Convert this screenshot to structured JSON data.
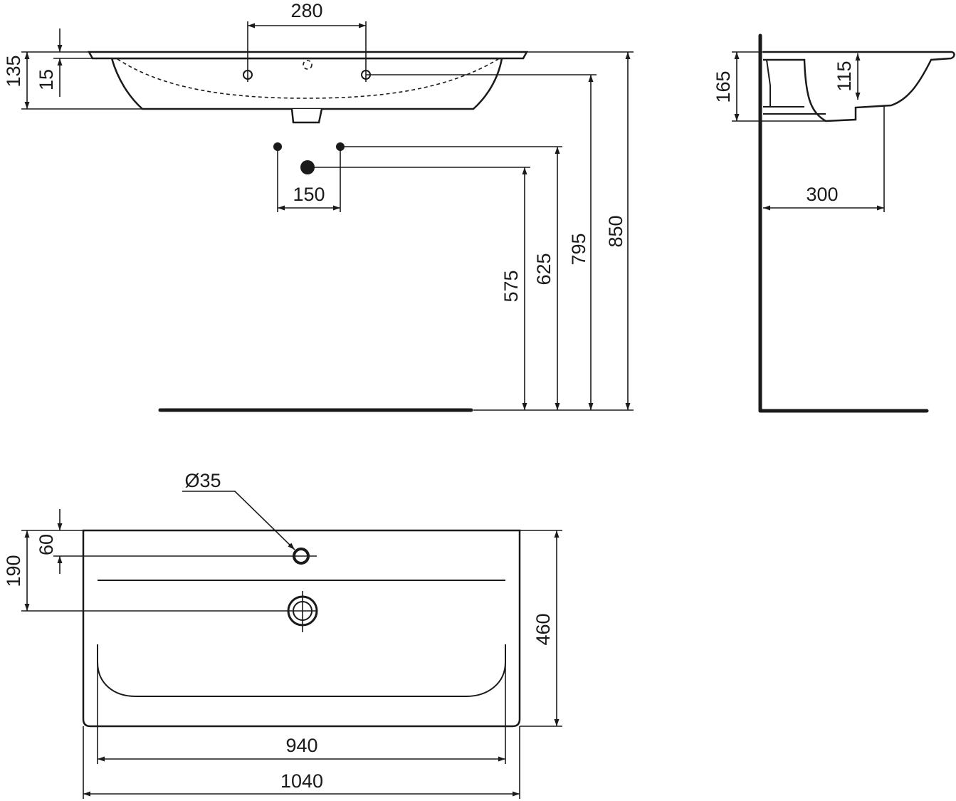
{
  "front_view": {
    "tap_spacing": "280",
    "height_total": "135",
    "rim_thickness": "15",
    "supply_spacing": "150",
    "drain_height": "575",
    "supply_height": "625",
    "tap_hole_height": "795",
    "top_height": "850"
  },
  "side_view": {
    "depth_total": "165",
    "bowl_depth": "115",
    "drain_projection": "300"
  },
  "top_view": {
    "tap_hole_diameter": "Ø35",
    "tap_hole_offset": "60",
    "drain_offset": "190",
    "depth": "460",
    "inner_width": "940",
    "overall_width": "1040"
  }
}
